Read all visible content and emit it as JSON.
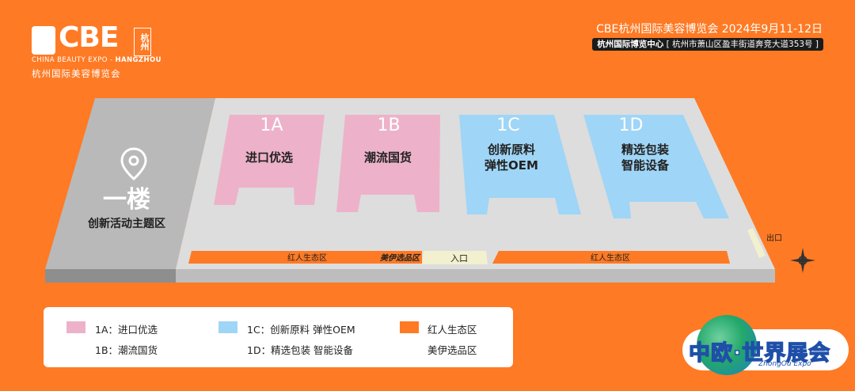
{
  "header": {
    "logo_text": "CBE",
    "logo_city": "杭州",
    "logo_en_a": "CHINA BEAUTY EXPO - ",
    "logo_en_b": "HANGZHOU",
    "logo_cn": "杭州国际美容博览会",
    "event_title": "CBE杭州国际美容博览会 2024年9月11-12日",
    "venue_name": "杭州国际博览中心",
    "venue_address": "[ 杭州市萧山区盈丰街道奔竞大道353号 ]"
  },
  "map": {
    "floor_label": "一楼",
    "floor_zone": "创新活动主题区",
    "halls": [
      {
        "code": "1A",
        "name": "进口优选",
        "name2": "",
        "color": "#EDB2C9"
      },
      {
        "code": "1B",
        "name": "潮流国货",
        "name2": "",
        "color": "#EDB2C9"
      },
      {
        "code": "1C",
        "name": "创新原料",
        "name2": "弹性OEM",
        "color": "#9FD5F6"
      },
      {
        "code": "1D",
        "name": "精选包装",
        "name2": "智能设备",
        "color": "#9FD5F6"
      }
    ],
    "strip_left": "红人生态区",
    "strip_select": "美伊选品区",
    "strip_right": "红人生态区",
    "entrance": "入口",
    "exit": "出口",
    "accent_color": "#FF7A24"
  },
  "legend": {
    "item_1a": "1A：进口优选",
    "item_1b": "1B：潮流国货",
    "item_1c": "1C：创新原料 弹性OEM",
    "item_1d": "1D：精选包装 智能设备",
    "item_red": "红人生态区",
    "item_select": "美伊选品区",
    "pink": "#EDB2C9",
    "blue": "#9FD5F6",
    "orange": "#FF7A24"
  },
  "watermark": {
    "text": "中欧·世界展会",
    "sub": "ZhongOu Expo"
  }
}
